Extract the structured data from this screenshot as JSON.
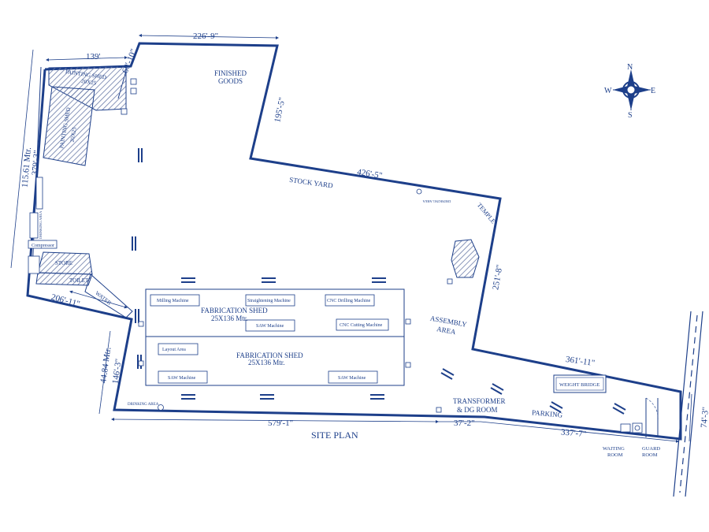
{
  "colors": {
    "ink": "#1d3f8a",
    "paper": "#ffffff",
    "hatch": "#7f8fb3"
  },
  "title": "SITE PLAN",
  "compass": {
    "n": "N",
    "s": "S",
    "e": "E",
    "w": "W"
  },
  "dimensions": {
    "top_226": "226'-9\"",
    "top_139": "139'",
    "top_60": "60'-10\"",
    "side_195": "195'-5\"",
    "mid_426": "426'-5\"",
    "side_251": "251'-8\"",
    "right_361": "361'-11\"",
    "right_74": "74'-3\"",
    "left_115m": "115.61 Mtr.",
    "left_379": "379'-3\"",
    "left_206": "206'-11\"",
    "left_44m": "44.84 Mtr.",
    "left_146": "146'-3\"",
    "bottom_579": "579'-1\"",
    "bottom_37": "37'-2\"",
    "bottom_337": "337'-7\""
  },
  "areas": {
    "finished_goods_1": "FINISHED",
    "finished_goods_2": "GOODS",
    "stock_yard": "STOCK YARD",
    "temple": "TEMPLE",
    "assembly_1": "ASSEMBLY",
    "assembly_2": "AREA",
    "painting_shed_a": "PAINTING SHED",
    "painting_shed_a_size": "20X25",
    "painting_shed_b": "PAINTING SHED",
    "painting_shed_b_size": "20X25",
    "store": "STORE",
    "toilet": "TOILET",
    "water": "WATER",
    "compressor": "Compressor",
    "transformer_1": "TRANSFORMER",
    "transformer_2": "& DG ROOM",
    "parking": "PARKING",
    "weight_bridge": "WEIGHT BRIDGE",
    "waiting_1": "WAITING",
    "waiting_2": "ROOM",
    "guard_1": "GUARD",
    "guard_2": "ROOM",
    "drinking_area": "DRINKING AREA",
    "drinking_area_2": "DRINKING AREA",
    "drinking_area_3": "DRINKING AREA"
  },
  "sheds": {
    "upper_title": "FABRICATION SHED",
    "upper_size": "25X136 Mtr.",
    "lower_title": "FABRICATION SHED",
    "lower_size": "25X136 Mtr."
  },
  "machines": {
    "milling": "Milling Machine",
    "straightening": "Straightening Machine",
    "cnc_drilling": "CNC Drilling Machine",
    "saw_upper": "SAW Machine",
    "cnc_cutting": "CNC Cutting Machine",
    "layout": "Layout Area",
    "saw_lower_left": "SAW Machine",
    "saw_lower_right": "SAW Machine"
  }
}
